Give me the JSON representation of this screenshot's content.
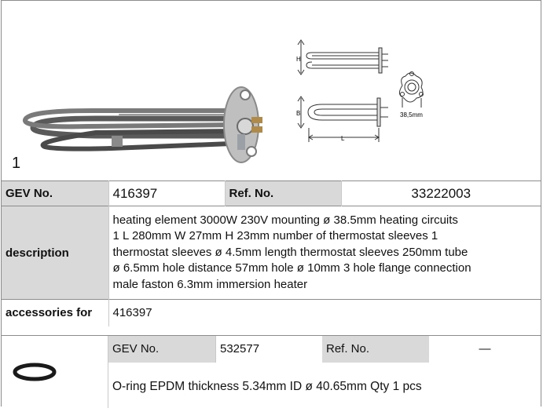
{
  "item_number": "1",
  "diagram": {
    "label_h": "H",
    "label_b": "B",
    "label_l": "L",
    "flange_dim": "38,5mm"
  },
  "header": {
    "gev_label": "GEV No.",
    "gev_value": "416397",
    "ref_label": "Ref. No.",
    "ref_value": "33222003"
  },
  "description": {
    "label": "description",
    "lines": [
      "heating element  3000W 230V mounting ø 38.5mm heating circuits",
      "1 L 280mm W 27mm H 23mm number of thermostat sleeves 1",
      "thermostat sleeves ø 4.5mm length thermostat sleeves 250mm tube",
      "ø 6.5mm hole distance 57mm hole ø 10mm 3 hole flange connection",
      "male faston 6.3mm immersion heater"
    ]
  },
  "accessories_for": {
    "label": "accessories for",
    "value": "416397"
  },
  "accessory": {
    "gev_label": "GEV No.",
    "gev_value": "532577",
    "ref_label": "Ref. No.",
    "ref_value": "—",
    "description": "O-ring  EPDM thickness 5.34mm ID ø 40.65mm Qty 1 pcs"
  }
}
